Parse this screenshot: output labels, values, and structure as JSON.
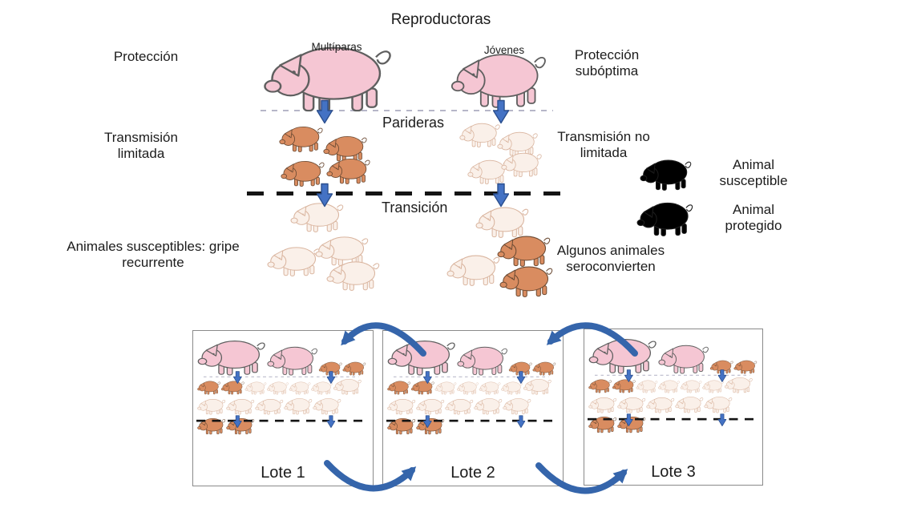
{
  "title": "Reproductoras",
  "sows": {
    "left": "Multíparas",
    "right": "Jóvenes"
  },
  "labels": {
    "protection": "Protección",
    "protection_suboptimal": "Protección subóptima",
    "transmission_limited": "Transmisión limitada",
    "transmission_unlimited": "Transmisión no limitada",
    "farrowing": "Parideras",
    "transition": "Transición",
    "susceptible_recurrent": "Animales susceptibles: gripe recurrente",
    "some_seroconvert": "Algunos animales seroconvierten"
  },
  "legend": {
    "susceptible_label": "Animal susceptible",
    "protected_label": "Animal protegido"
  },
  "batches": [
    {
      "label": "Lote 1"
    },
    {
      "label": "Lote 2"
    },
    {
      "label": "Lote 3"
    }
  ],
  "groups": {
    "farrowing_left": [
      "protected",
      "protected",
      "protected",
      "protected"
    ],
    "farrowing_right": [
      "susceptible",
      "susceptible",
      "susceptible",
      "susceptible"
    ],
    "transition_left": [
      "susceptible",
      "susceptible",
      "susceptible",
      "susceptible"
    ],
    "transition_right": [
      "susceptible",
      "susceptible",
      "protected",
      "protected"
    ]
  },
  "colors": {
    "sow_fill": "#f5c6d3",
    "sow_outline": "#5f5f5f",
    "protected_fill": "#d98c60",
    "protected_outline": "#6b4a33",
    "susceptible_fill": "#faf0e9",
    "susceptible_outline": "#d9b49e",
    "arrow_blue": "#4472c4",
    "arrow_border": "#2b4f8e",
    "arc_blue": "#3565ab",
    "farrow_line_gray": "#b6b6c8",
    "transition_line_black": "#141414",
    "text": "#1c1c1c",
    "box_border": "#8a8a8a"
  }
}
